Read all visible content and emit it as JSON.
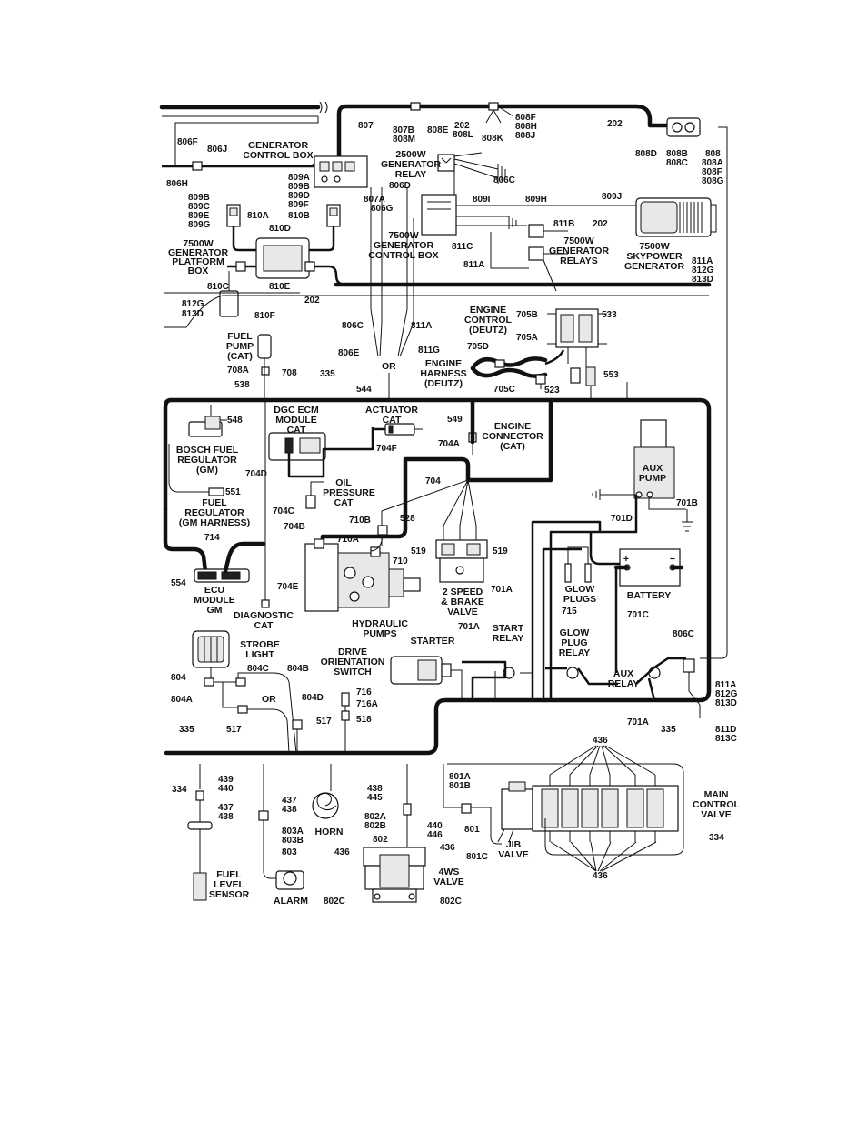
{
  "wire_labels": {
    "w807": "807",
    "w807b": "807B",
    "w808m": "808M",
    "w808e": "808E",
    "w202a": "202",
    "w808l": "808L",
    "w808f": "808F",
    "w808h": "808H",
    "w808j": "808J",
    "w808k": "808K",
    "w202b": "202",
    "w806f": "806F",
    "w806j": "806J",
    "w806h": "806H",
    "w806d": "806D",
    "w806c": "806C",
    "w808d": "808D",
    "w808bb": "808B",
    "w808c": "808C",
    "w808": "808",
    "w808a": "808A",
    "w808f2": "808F",
    "w808g": "808G",
    "w809a": "809A",
    "w809b": "809B",
    "w809d": "809D",
    "w809f": "809F",
    "w810b": "810B",
    "w807a": "807A",
    "w806g": "806G",
    "w809b2": "809B",
    "w809c": "809C",
    "w809e": "809E",
    "w809g": "809G",
    "w810a": "810A",
    "w810d": "810D",
    "w809i": "809I",
    "w809h": "809H",
    "w809j": "809J",
    "w811b": "811B",
    "w202c": "202",
    "w811c": "811C",
    "w811a": "811A",
    "w811a2": "811A",
    "w812g": "812G",
    "w813d": "813D",
    "w810c": "810C",
    "w810e": "810E",
    "w202d": "202",
    "w812g2": "812G",
    "w813d2": "813D",
    "w810f": "810F",
    "w806c2": "806C",
    "w811a3": "811A",
    "w806e": "806E",
    "w811g": "811G",
    "wor1": "OR",
    "w544": "544",
    "w705b": "705B",
    "w533": "533",
    "w705a": "705A",
    "w705d": "705D",
    "w553": "553",
    "w705c": "705C",
    "w523": "523",
    "w708a": "708A",
    "w708": "708",
    "w538": "538",
    "w335a": "335",
    "w548": "548",
    "w704d": "704D",
    "w704f": "704F",
    "w549": "549",
    "w704a": "704A",
    "w704": "704",
    "w551": "551",
    "w704c": "704C",
    "w704b": "704B",
    "w710b": "710B",
    "w528": "528",
    "w710a": "710A",
    "w710": "710",
    "w519a": "519",
    "w519b": "519",
    "w714": "714",
    "w554": "554",
    "w704e": "704E",
    "w701d": "701D",
    "w701b": "701B",
    "w701a": "701A",
    "w715": "715",
    "w701c": "701C",
    "w806c3": "806C",
    "w701a2": "701A",
    "w701a3": "701A",
    "w335b": "335",
    "w811a4": "811A",
    "w812g3": "812G",
    "w813d3": "813D",
    "w811d": "811D",
    "w813c": "813C",
    "w804": "804",
    "w804a": "804A",
    "w804c": "804C",
    "w804b": "804B",
    "wor2": "OR",
    "w804d": "804D",
    "w517a": "517",
    "w517b": "517",
    "w716": "716",
    "w716a": "716A",
    "w518": "518",
    "w335c": "335",
    "w334a": "334",
    "w439": "439",
    "w440": "440",
    "w437a": "437",
    "w438a": "438",
    "w437b": "437",
    "w438b": "438",
    "w803a": "803A",
    "w803b": "803B",
    "w803": "803",
    "w438c": "438",
    "w445": "445",
    "w802a": "802A",
    "w802b": "802B",
    "w802": "802",
    "w801a": "801A",
    "w801b": "801B",
    "w440b": "440",
    "w446": "446",
    "w801": "801",
    "w801c": "801C",
    "w436a": "436",
    "w436b": "436",
    "w436c": "436",
    "w436d": "436",
    "w802c1": "802C",
    "w802c2": "802C",
    "w334b": "334"
  },
  "components": {
    "gen_box_l1": "GENERATOR",
    "gen_box_l2": "CONTROL BOX",
    "relay2500_l1": "2500W",
    "relay2500_l2": "GENERATOR",
    "relay2500_l3": "RELAY",
    "plat_l1": "7500W",
    "plat_l2": "GENERATOR",
    "plat_l3": "PLATFORM",
    "plat_l4": "BOX",
    "cb7500_l1": "7500W",
    "cb7500_l2": "GENERATOR",
    "cb7500_l3": "CONTROL BOX",
    "relays7500_l1": "7500W",
    "relays7500_l2": "GENERATOR",
    "relays7500_l3": "RELAYS",
    "sky_l1": "7500W",
    "sky_l2": "SKYPOWER",
    "sky_l3": "GENERATOR",
    "ec_l1": "ENGINE",
    "ec_l2": "CONTROL",
    "ec_l3": "(DEUTZ)",
    "fp_l1": "FUEL",
    "fp_l2": "PUMP",
    "fp_l3": "(CAT)",
    "eh_l1": "ENGINE",
    "eh_l2": "HARNESS",
    "eh_l3": "(DEUTZ)",
    "dgc_l1": "DGC ECM",
    "dgc_l2": "MODULE",
    "dgc_l3": "CAT",
    "act_l1": "ACTUATOR",
    "act_l2": "CAT",
    "econn_l1": "ENGINE",
    "econn_l2": "CONNECTOR",
    "econn_l3": "(CAT)",
    "bosch_l1": "BOSCH FUEL",
    "bosch_l2": "REGULATOR",
    "bosch_l3": "(GM)",
    "oil_l1": "OIL",
    "oil_l2": "PRESSURE",
    "oil_l3": "CAT",
    "fr_l1": "FUEL",
    "fr_l2": "REGULATOR",
    "fr_l3": "(GM HARNESS)",
    "aux_l1": "AUX",
    "aux_l2": "PUMP",
    "ecu_l1": "ECU",
    "ecu_l2": "MODULE",
    "ecu_l3": "GM",
    "brake_l1": "2 SPEED",
    "brake_l2": "& BRAKE",
    "brake_l3": "VALVE",
    "glow_l1": "GLOW",
    "glow_l2": "PLUGS",
    "battery": "BATTERY",
    "plus": "+",
    "minus": "−",
    "diag_l1": "DIAGNOSTIC",
    "diag_l2": "CAT",
    "hyd_l1": "HYDRAULIC",
    "hyd_l2": "PUMPS",
    "strobe_l1": "STROBE",
    "strobe_l2": "LIGHT",
    "starter": "STARTER",
    "sr_l1": "START",
    "sr_l2": "RELAY",
    "gpr_l1": "GLOW",
    "gpr_l2": "PLUG",
    "gpr_l3": "RELAY",
    "dos_l1": "DRIVE",
    "dos_l2": "ORIENTATION",
    "dos_l3": "SWITCH",
    "auxr_l1": "AUX",
    "auxr_l2": "RELAY",
    "horn": "HORN",
    "jib_l1": "JIB",
    "jib_l2": "VALVE",
    "mcv_l1": "MAIN",
    "mcv_l2": "CONTROL",
    "mcv_l3": "VALVE",
    "fls_l1": "FUEL",
    "fls_l2": "LEVEL",
    "fls_l3": "SENSOR",
    "alarm": "ALARM",
    "ws_l1": "4WS",
    "ws_l2": "VALVE"
  }
}
